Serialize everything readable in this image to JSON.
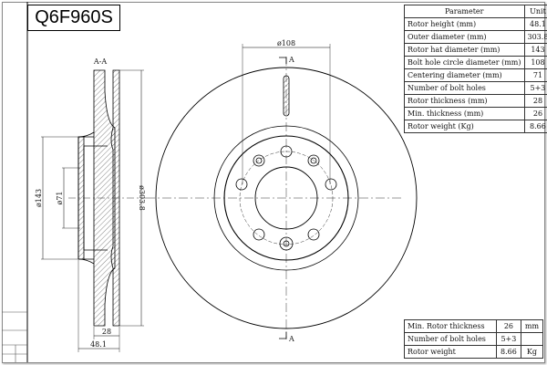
{
  "title": "Q6F960S",
  "parameters_table": {
    "header": {
      "parameter": "Parameter",
      "unit": "Unit"
    },
    "rows": [
      {
        "parameter": "Rotor height (mm)",
        "value": "48.1"
      },
      {
        "parameter": "Outer diameter (mm)",
        "value": "303.8"
      },
      {
        "parameter": "Rotor hat diameter (mm)",
        "value": "143"
      },
      {
        "parameter": "Bolt hole circle diameter (mm)",
        "value": "108"
      },
      {
        "parameter": "Centering diameter (mm)",
        "value": "71"
      },
      {
        "parameter": "Number of bolt holes",
        "value": "5+3"
      },
      {
        "parameter": "Rotor thickness (mm)",
        "value": "28"
      },
      {
        "parameter": "Min. thickness (mm)",
        "value": "26"
      },
      {
        "parameter": "Rotor weight (Kg)",
        "value": "8.66"
      }
    ]
  },
  "summary_table": {
    "rows": [
      {
        "label": "Min. Rotor thickness",
        "value": "26",
        "unit": "mm"
      },
      {
        "label": "Number of bolt holes",
        "value": "5+3",
        "unit": ""
      },
      {
        "label": "Rotor weight",
        "value": "8.66",
        "unit": "Kg"
      }
    ]
  },
  "drawing": {
    "section_label": "A-A",
    "section_marker": "A",
    "dim_outer": "ø303.8",
    "dim_hat": "ø143",
    "dim_center": "ø71",
    "dim_thickness": "28",
    "dim_height": "48.1",
    "dim_bolt_circle": "ø108"
  }
}
